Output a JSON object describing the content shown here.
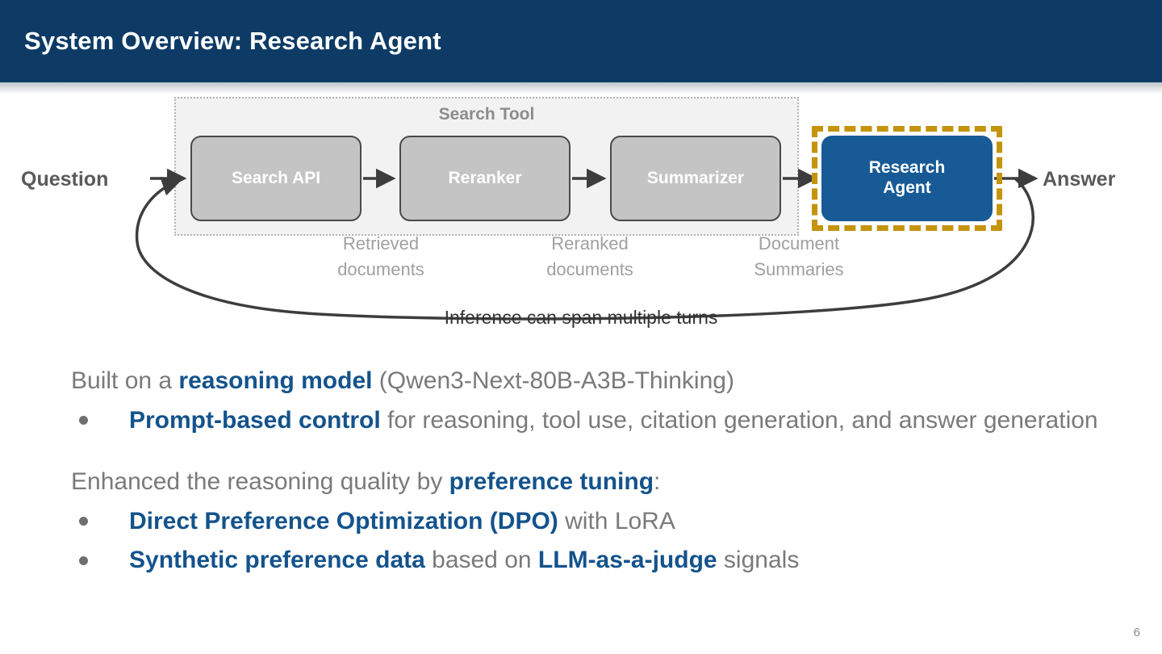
{
  "header": {
    "title": "System Overview: Research Agent",
    "bg_color": "#0d3b66"
  },
  "diagram": {
    "group_label": "Search Tool",
    "input_label": "Question",
    "output_label": "Answer",
    "nodes": [
      {
        "id": "search-api",
        "label": "Search API",
        "style": "gray"
      },
      {
        "id": "reranker",
        "label": "Reranker",
        "style": "gray"
      },
      {
        "id": "summarizer",
        "label": "Summarizer",
        "style": "gray"
      },
      {
        "id": "research-agent",
        "label": "Research\nAgent",
        "style": "blue"
      }
    ],
    "node_labels": {
      "search_api": "Search API",
      "reranker": "Reranker",
      "summarizer": "Summarizer",
      "research_agent_line1": "Research",
      "research_agent_line2": "Agent"
    },
    "edge_labels": [
      {
        "line1": "Retrieved",
        "line2": "documents"
      },
      {
        "line1": "Reranked",
        "line2": "documents"
      },
      {
        "line1": "Document",
        "line2": "Summaries"
      }
    ],
    "loop_caption": "Inference can span multiple turns",
    "colors": {
      "node_gray_fill": "#c4c4c4",
      "node_gray_border": "#4a4a4a",
      "node_blue_fill": "#175a96",
      "highlight_dashed": "#c4940c",
      "group_fill": "#f2f2f2",
      "group_border": "#b5b5b5",
      "arrow": "#3d3d3d",
      "edge_label_text": "#a0a0a0"
    }
  },
  "body": {
    "accent_color": "#14538c",
    "text_color": "#7a7a7a",
    "block_1": {
      "lead_prefix": "Built on a ",
      "lead_bold": "reasoning model",
      "lead_suffix": " (Qwen3-Next-80B-A3B-Thinking)",
      "bullets": [
        {
          "bold": "Prompt-based control",
          "rest": " for reasoning, tool use, citation generation, and answer generation"
        }
      ]
    },
    "block_2": {
      "lead_prefix": "Enhanced the reasoning quality by ",
      "lead_bold": "preference tuning",
      "lead_suffix": ":",
      "bullets": [
        {
          "bold": "Direct Preference Optimization (DPO)",
          "rest": " with LoRA"
        },
        {
          "bold_1": "Synthetic preference data",
          "mid": " based on ",
          "bold_2": "LLM-as-a-judge",
          "rest": " signals"
        }
      ]
    }
  },
  "footer": {
    "page_number": "6"
  }
}
